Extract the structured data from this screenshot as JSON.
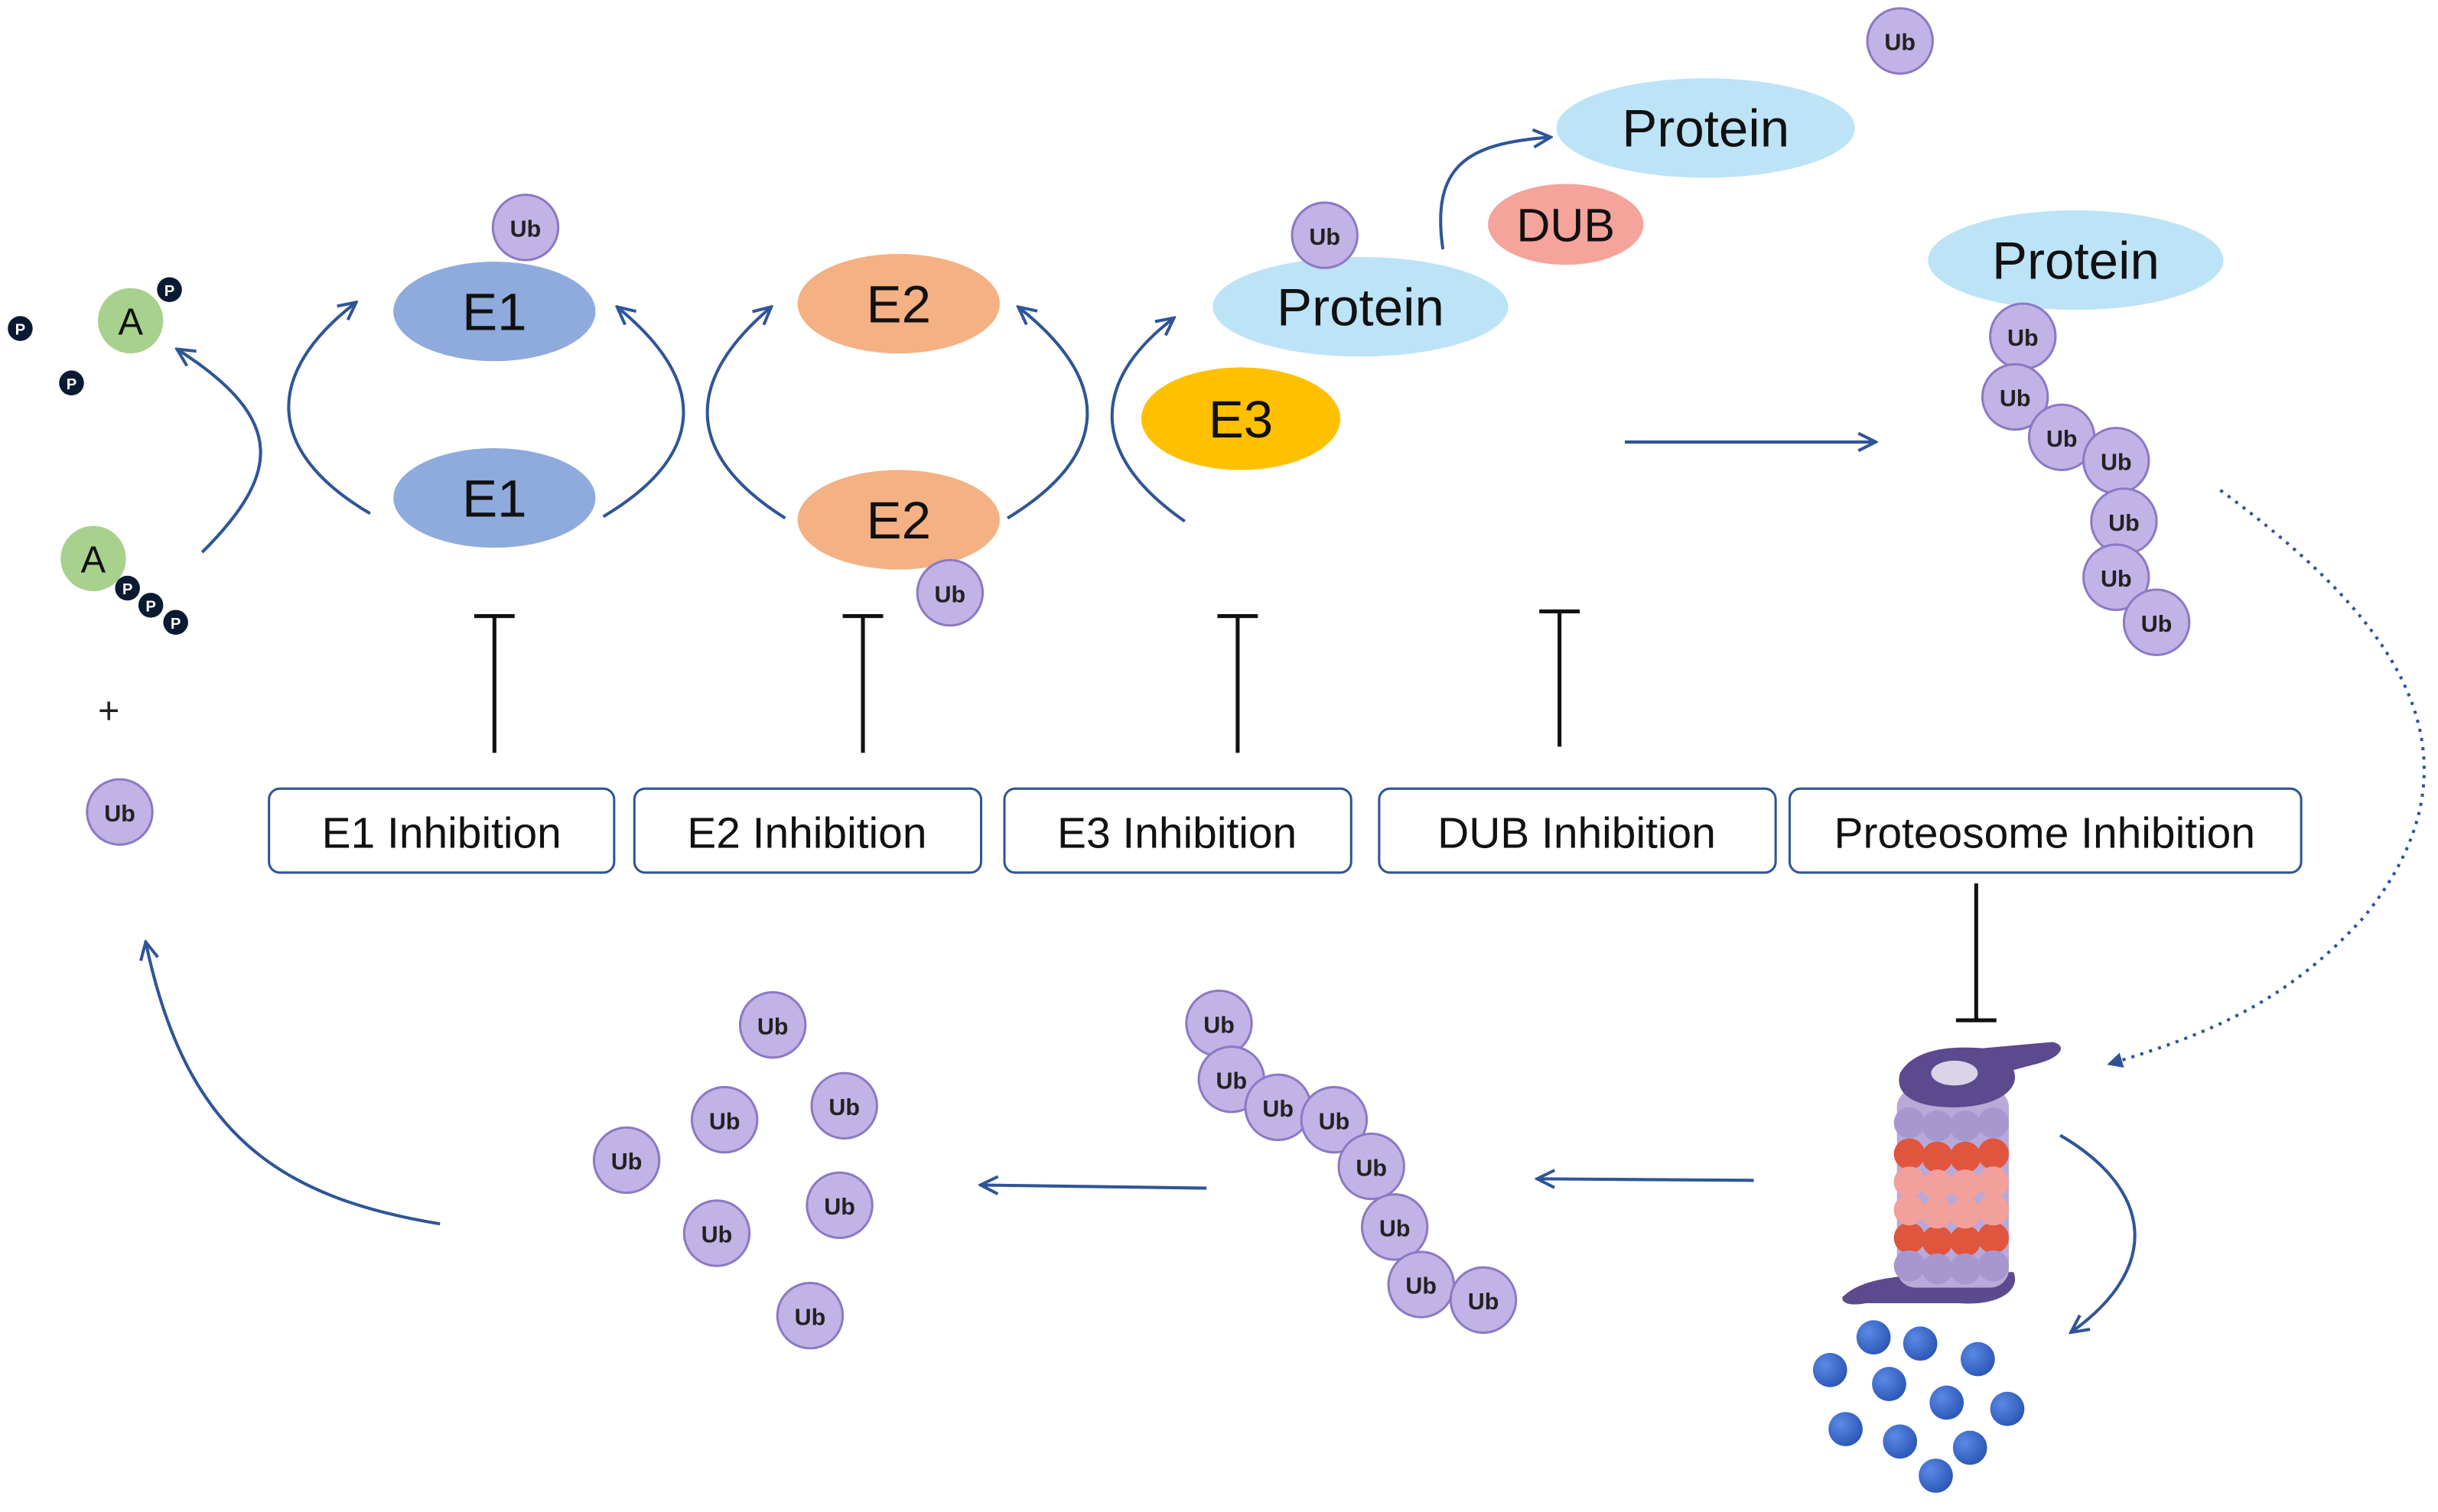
{
  "labels": {
    "ub": "Ub",
    "p": "P",
    "a": "A",
    "plus": "+",
    "e1": "E1",
    "e2": "E2",
    "e3": "E3",
    "dub": "DUB",
    "protein": "Protein"
  },
  "inhibitions": [
    "E1 Inhibition",
    "E2 Inhibition",
    "E3 Inhibition",
    "DUB Inhibition",
    "Proteosome Inhibition"
  ],
  "colors": {
    "ub_fill": "#c2b3e6",
    "ub_stroke": "#8c79c4",
    "e1": "#8faadc",
    "e2": "#f4b183",
    "e3": "#ffc000",
    "protein": "#bde3f7",
    "dub": "#f4a49b",
    "adenosine": "#a9d18e",
    "arrow": "#2f5597",
    "peptide": "#3f6fce",
    "proteasome_cap": "#5b4a8e",
    "proteasome_red": "#e0553d",
    "proteasome_pink": "#f1a09c",
    "proteasome_lavender": "#b8a9d8"
  }
}
